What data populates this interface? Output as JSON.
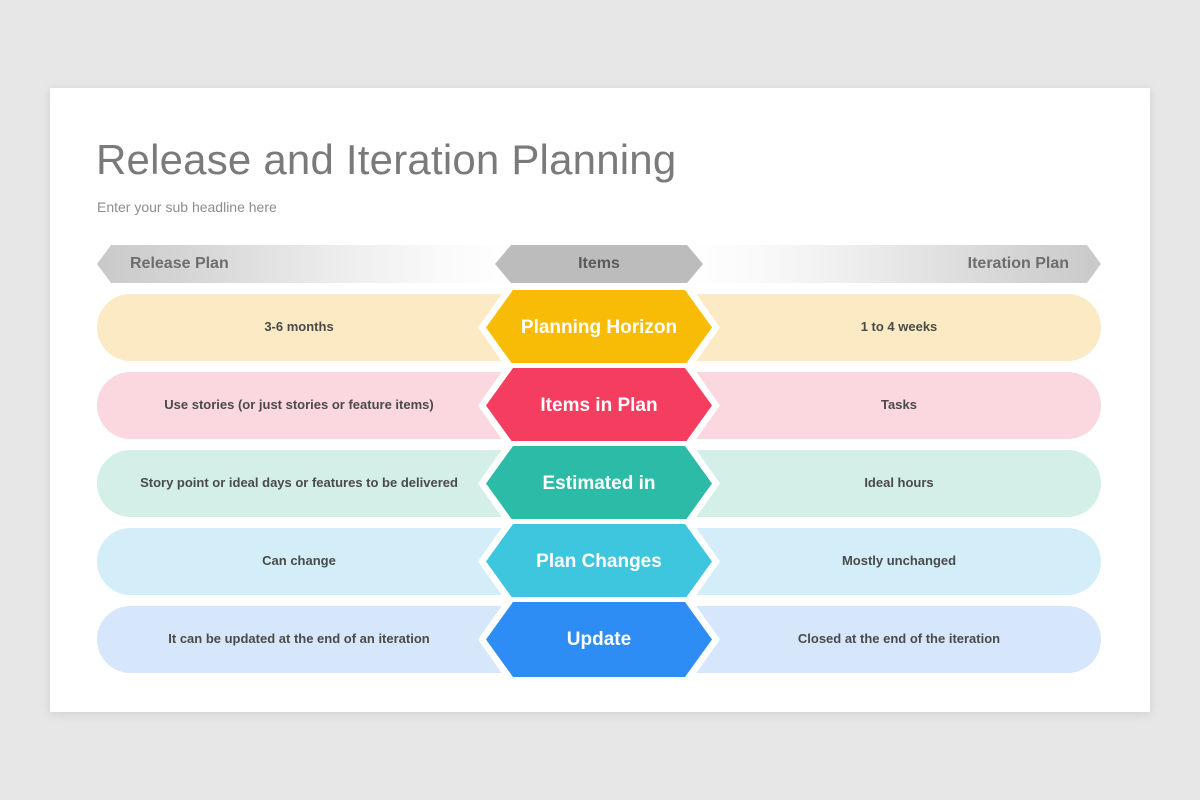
{
  "slide": {
    "title": "Release and Iteration Planning",
    "subtitle": "Enter your sub headline here",
    "background_color": "#e7e7e8",
    "card_color": "#ffffff"
  },
  "header": {
    "left_label": "Release Plan",
    "center_label": "Items",
    "right_label": "Iteration Plan",
    "center_color": "#bcbcbc",
    "gradient_color": "#c9c9c9"
  },
  "rows": [
    {
      "left": "3-6 months",
      "center": "Planning Horizon",
      "right": "1 to 4 weeks",
      "accent_color": "#f9bc06",
      "bar_color": "#fbeac3"
    },
    {
      "left": "Use stories (or just stories or feature items)",
      "center": "Items in Plan",
      "right": "Tasks",
      "accent_color": "#f43d5f",
      "bar_color": "#fbd7df"
    },
    {
      "left": "Story point or ideal days or features to be delivered",
      "center": "Estimated in",
      "right": "Ideal hours",
      "accent_color": "#2cbba6",
      "bar_color": "#d4efe7"
    },
    {
      "left": "Can change",
      "center": "Plan Changes",
      "right": "Mostly unchanged",
      "accent_color": "#3ec6de",
      "bar_color": "#d3eef8"
    },
    {
      "left": "It can be updated at the end of an iteration",
      "center": "Update",
      "right": "Closed at the end of the iteration",
      "accent_color": "#2e8cf5",
      "bar_color": "#d6e6fb"
    }
  ]
}
